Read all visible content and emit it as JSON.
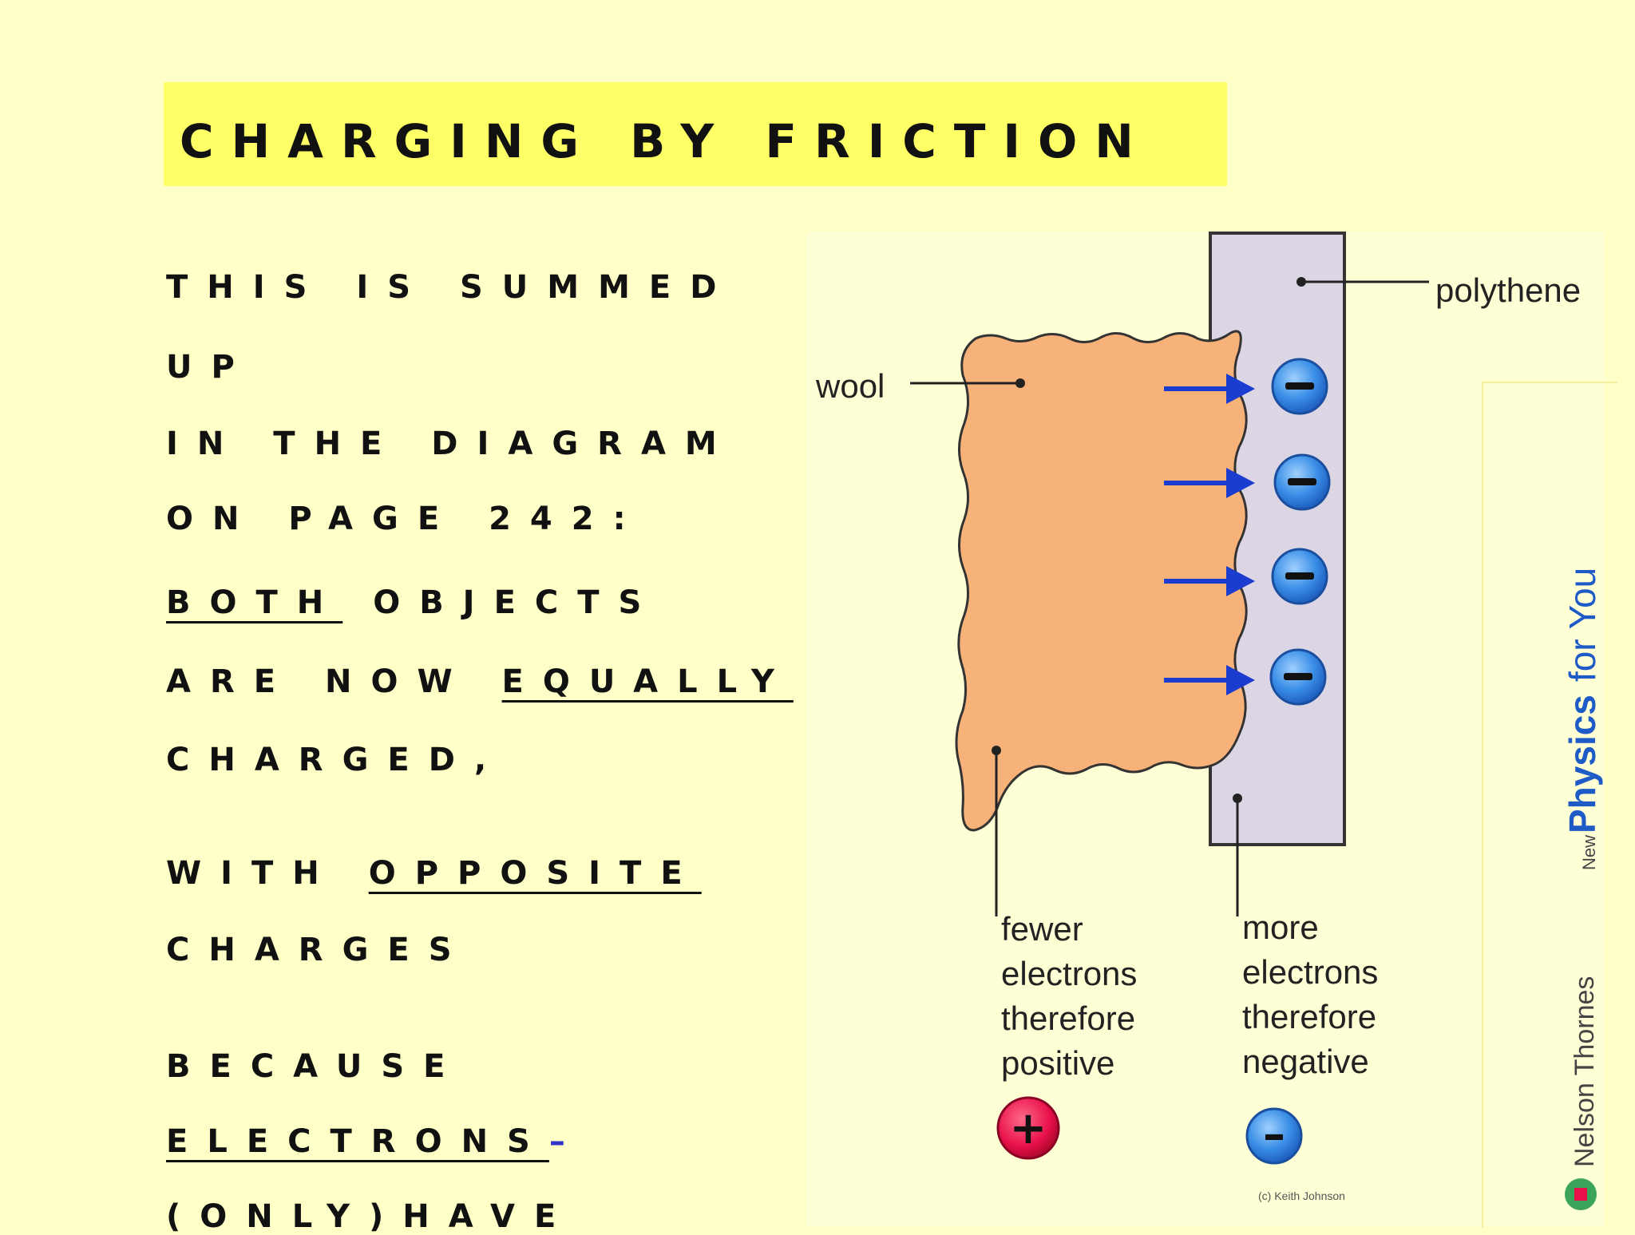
{
  "title": "Charging by friction",
  "text_lines": [
    "This is summed",
    "up",
    "in the diagram",
    "on page 242:"
  ],
  "both": "Both",
  "objects": " objects",
  "are_now": "are now ",
  "equally": "equally",
  "charged": "charged,",
  "with": "with ",
  "opposite": "opposite",
  "charges": "charges",
  "because": "because",
  "electrons": "electrons",
  "dash": "–",
  "only_have": "(only)have",
  "diagram": {
    "wool_label": "wool",
    "polythene_label": "polythene",
    "left_caption": [
      "fewer",
      "electrons",
      "therefore",
      "positive"
    ],
    "right_caption": [
      "more",
      "electrons",
      "therefore",
      "negative"
    ],
    "plus_symbol": "+",
    "minus_symbol": "–",
    "copyright": "(c) Keith Johnson"
  },
  "sidebar": {
    "new": "New",
    "physics": "Physics",
    "for_you": " for You",
    "publisher": "Nelson Thornes"
  },
  "colors": {
    "background": "#ffffc8",
    "title_bar": "#ffff66",
    "wool": "#f7b27a",
    "polythene": "#dcd6e4",
    "electron": "#3a8ee6",
    "arrow": "#1a3ccf",
    "positive": "#e8104a"
  }
}
